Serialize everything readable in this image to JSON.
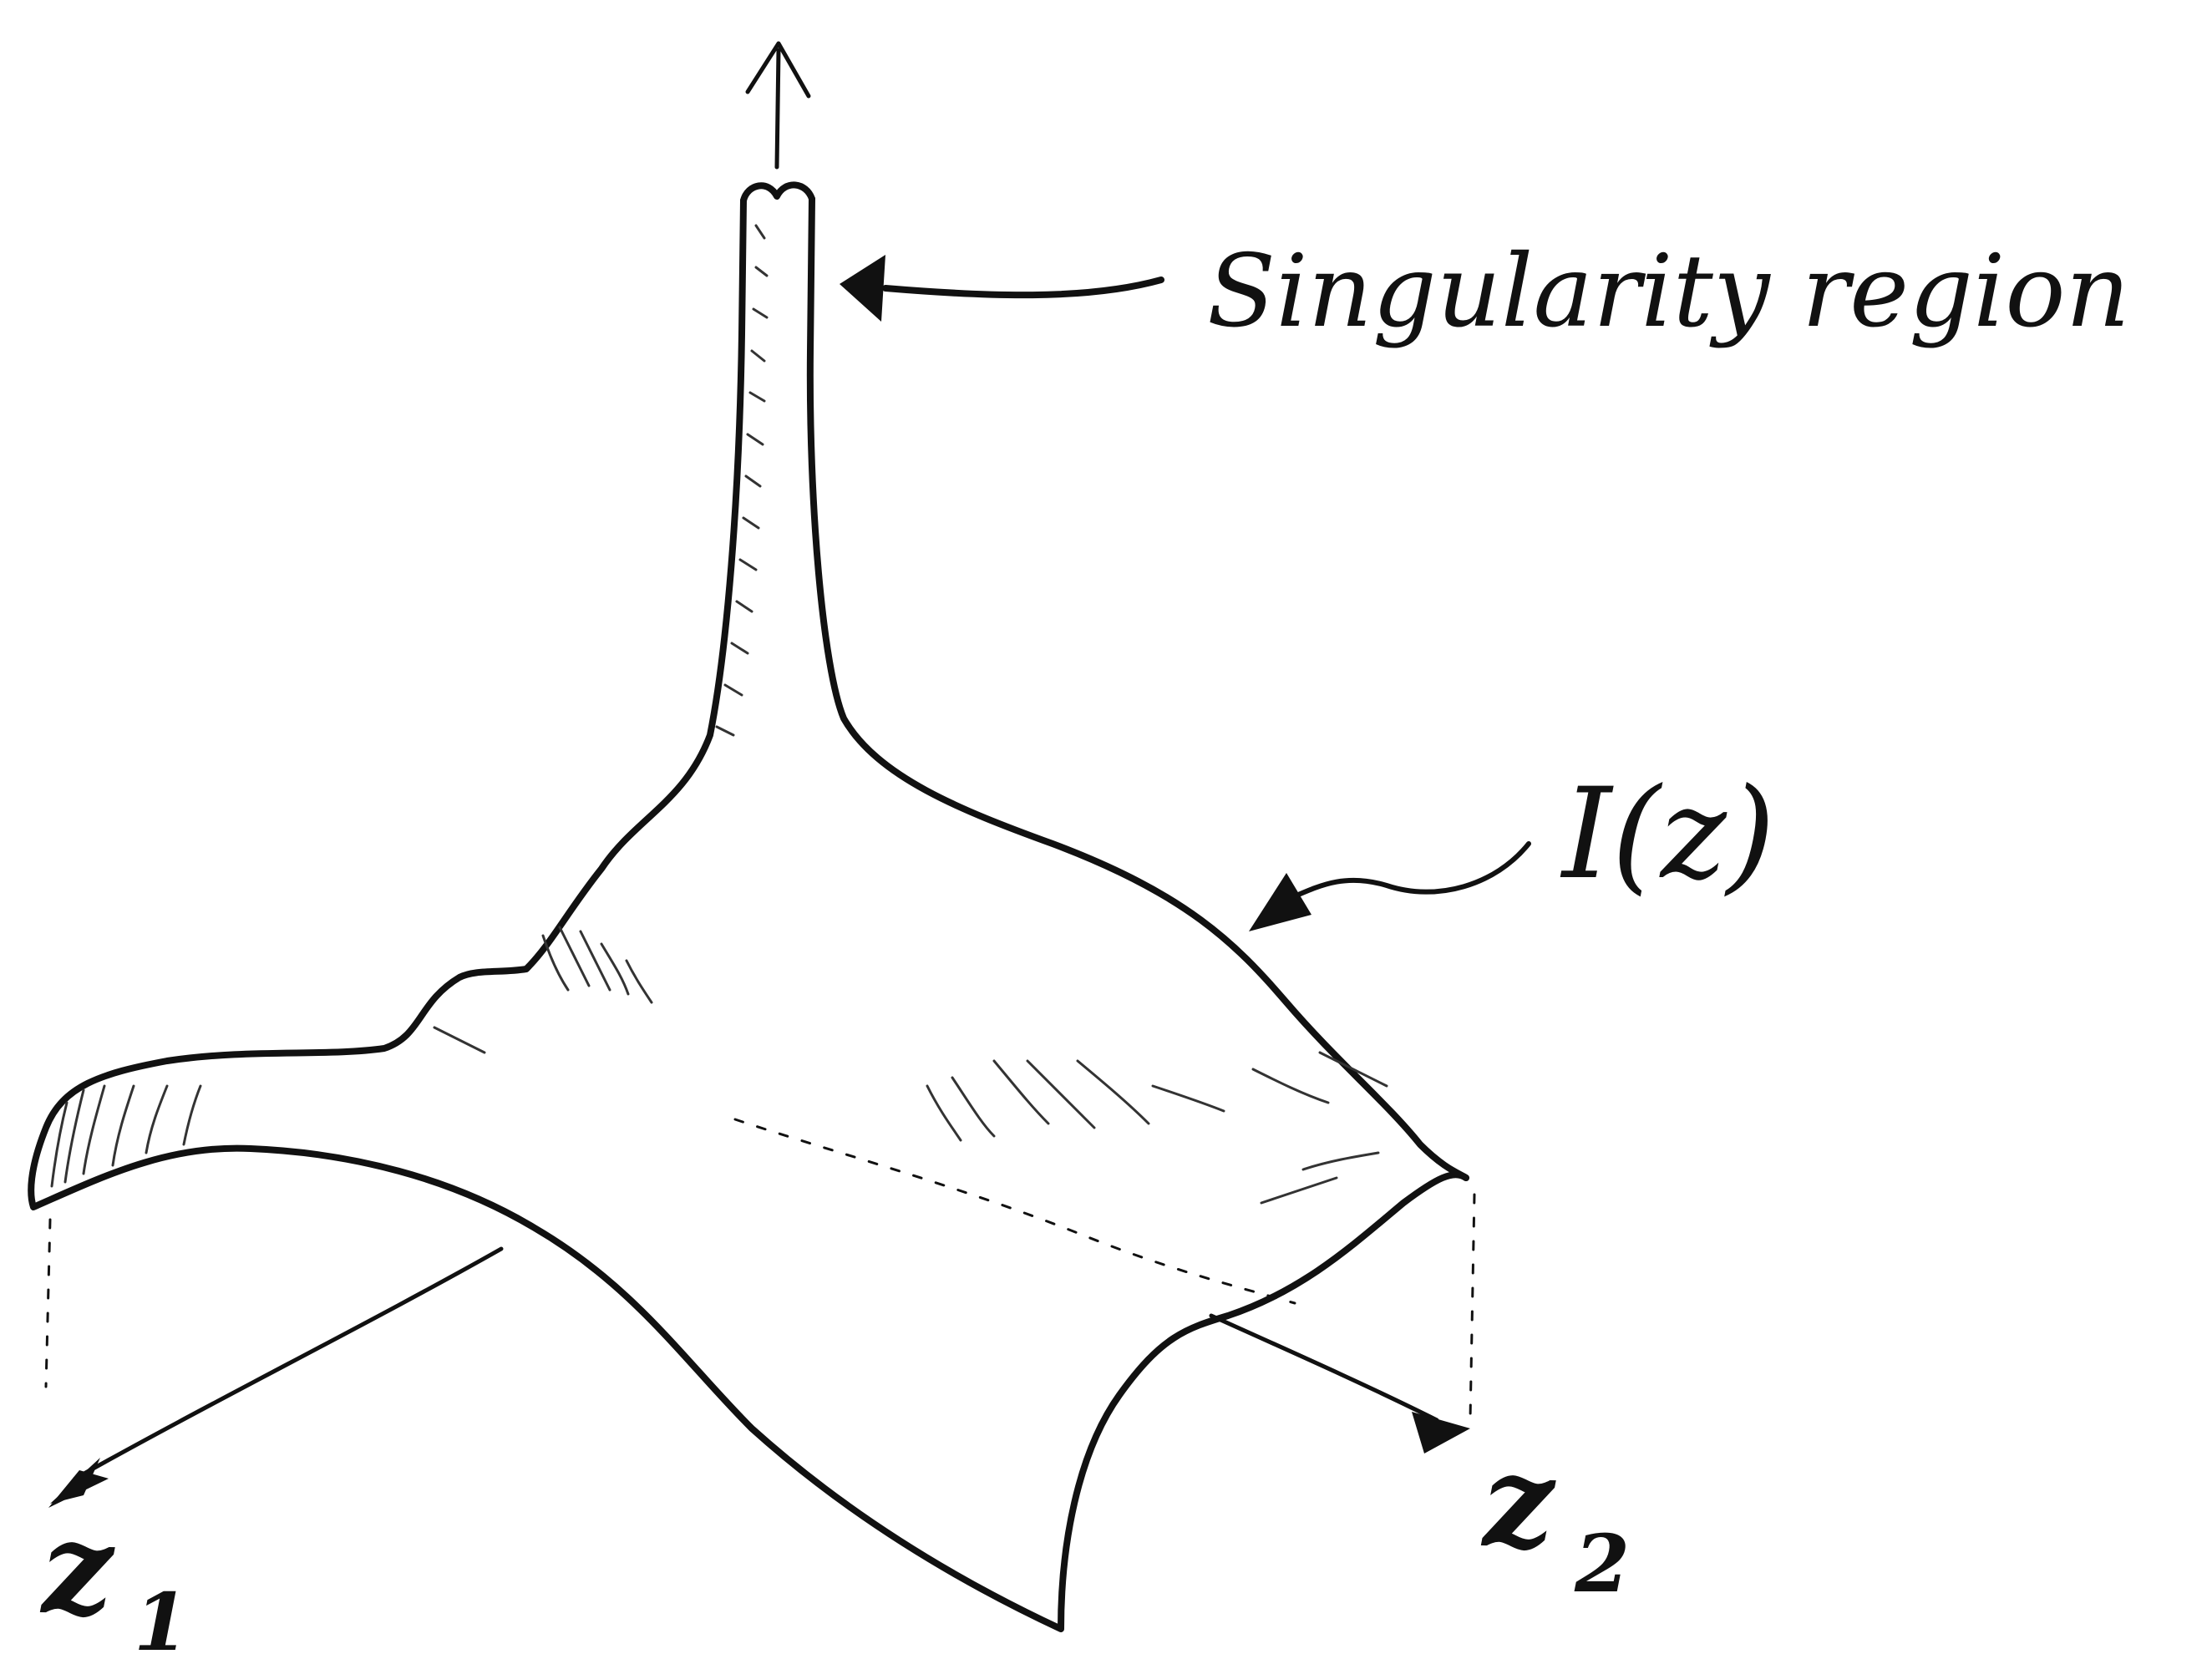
{
  "diagram": {
    "labels": {
      "singularity": "Singularity region",
      "surface": "I(z)",
      "axis_z1_letter": "z",
      "axis_z1_sub": "1",
      "axis_z2_letter": "z",
      "axis_z2_sub": "2"
    },
    "colors": {
      "ink": "#111111",
      "shading": "#333333",
      "background": "#ffffff"
    }
  }
}
